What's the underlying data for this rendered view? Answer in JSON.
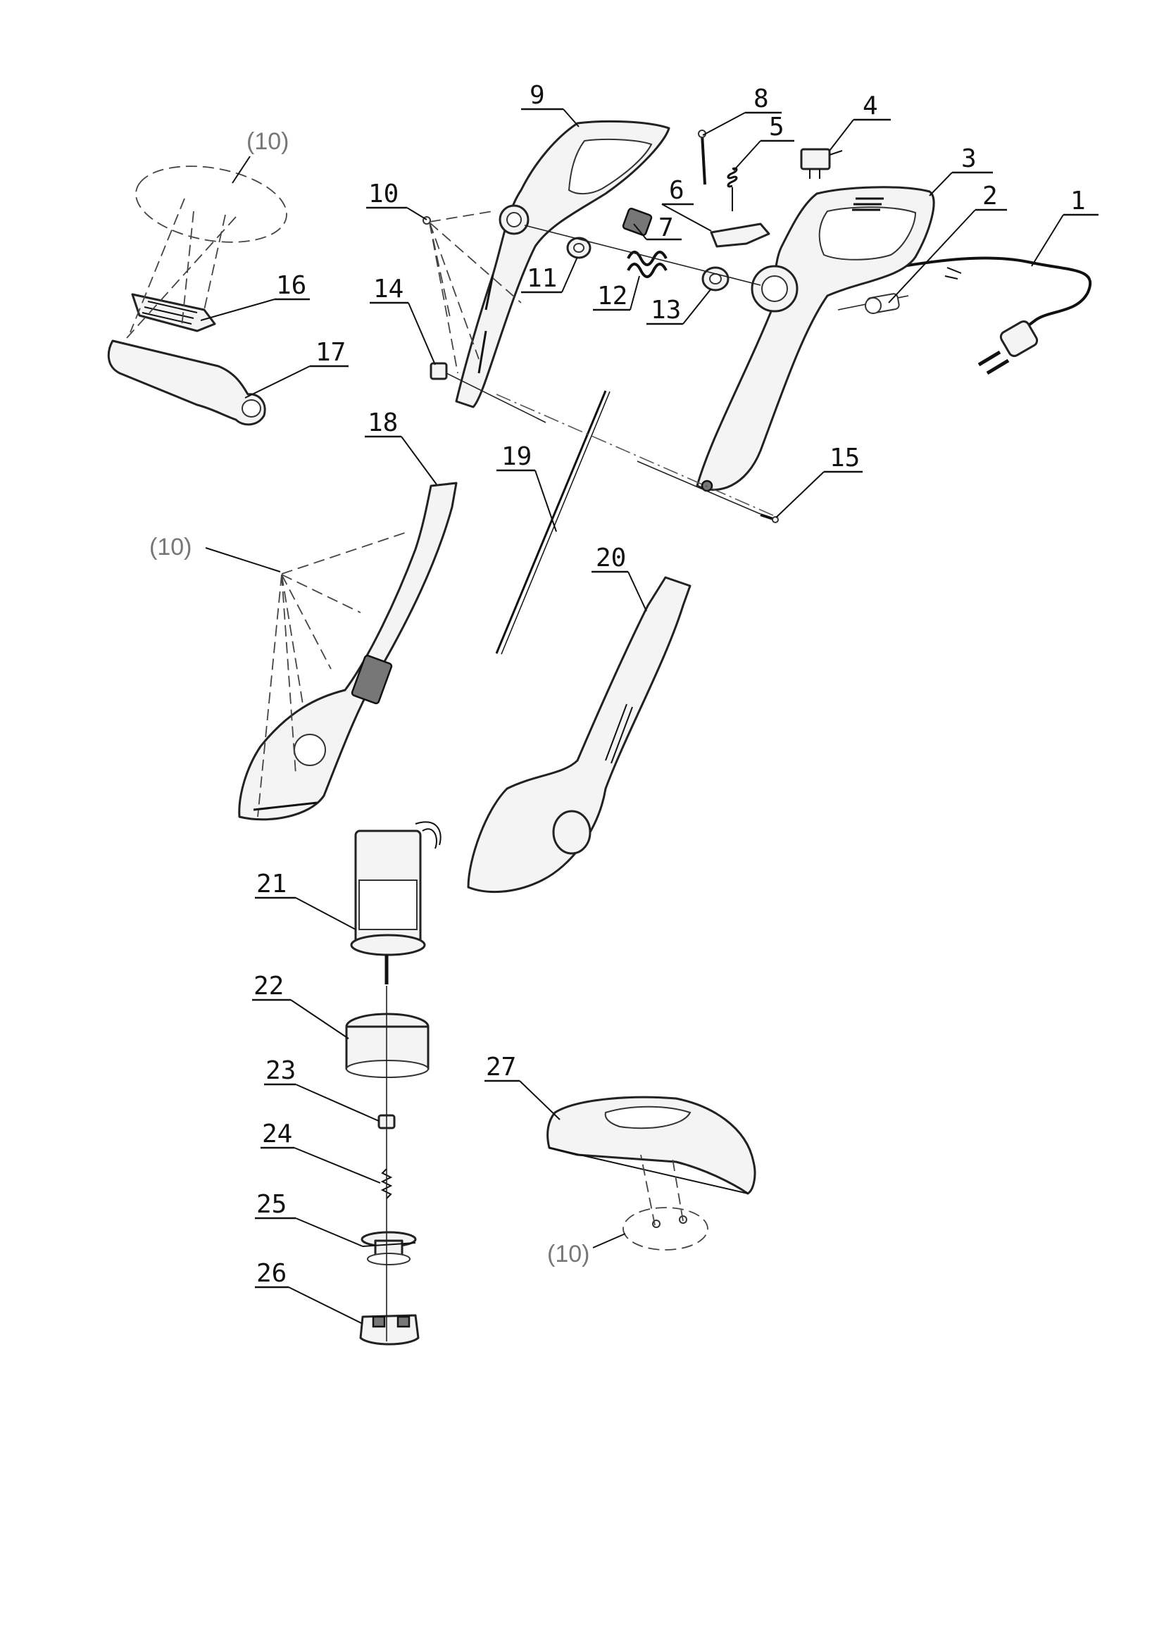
{
  "diagram": {
    "callouts": [
      {
        "id": "c1",
        "text": "1"
      },
      {
        "id": "c2",
        "text": "2"
      },
      {
        "id": "c3",
        "text": "3"
      },
      {
        "id": "c4",
        "text": "4"
      },
      {
        "id": "c5",
        "text": "5"
      },
      {
        "id": "c6",
        "text": "6"
      },
      {
        "id": "c7",
        "text": "7"
      },
      {
        "id": "c8",
        "text": "8"
      },
      {
        "id": "c9",
        "text": "9"
      },
      {
        "id": "c10",
        "text": "10"
      },
      {
        "id": "c11",
        "text": "11"
      },
      {
        "id": "c12",
        "text": "12"
      },
      {
        "id": "c13",
        "text": "13"
      },
      {
        "id": "c14",
        "text": "14"
      },
      {
        "id": "c15",
        "text": "15"
      },
      {
        "id": "c16",
        "text": "16"
      },
      {
        "id": "c17",
        "text": "17"
      },
      {
        "id": "c18",
        "text": "18"
      },
      {
        "id": "c19",
        "text": "19"
      },
      {
        "id": "c20",
        "text": "20"
      },
      {
        "id": "c21",
        "text": "21"
      },
      {
        "id": "c22",
        "text": "22"
      },
      {
        "id": "c23",
        "text": "23"
      },
      {
        "id": "c24",
        "text": "24"
      },
      {
        "id": "c25",
        "text": "25"
      },
      {
        "id": "c26",
        "text": "26"
      },
      {
        "id": "c27",
        "text": "27"
      }
    ],
    "ref_labels": [
      {
        "id": "r1",
        "text": "(10)"
      },
      {
        "id": "r2",
        "text": "(10)"
      },
      {
        "id": "r3",
        "text": "(10)"
      }
    ]
  }
}
